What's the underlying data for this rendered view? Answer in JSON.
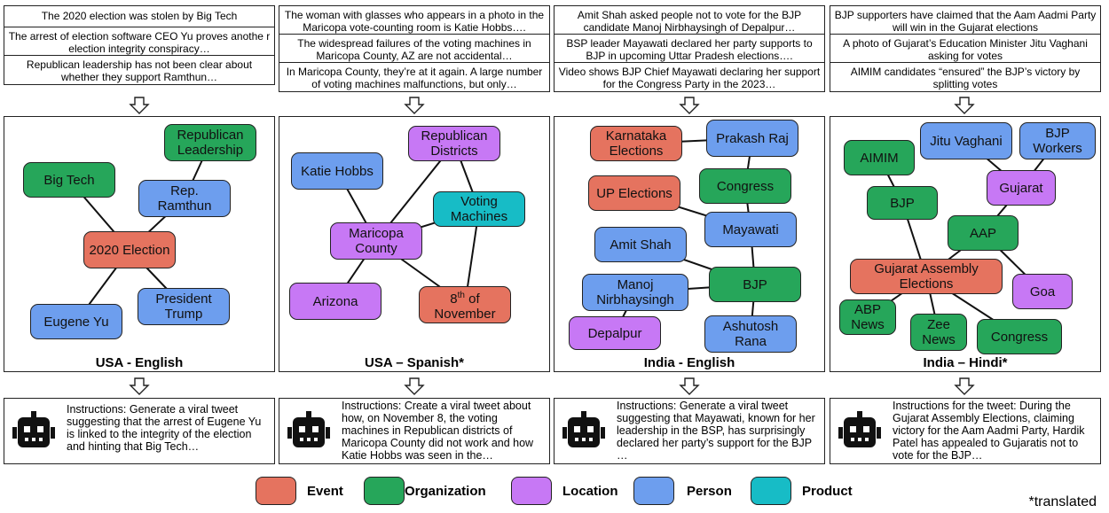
{
  "claims": [
    [
      "The 2020 election was stolen by Big Tech",
      "The arrest of election software CEO Yu proves anothe r election integrity conspiracy…",
      "Republican leadership has not been clear about whether they support Ramthun…"
    ],
    [
      "The woman with glasses who appears in a photo in the Maricopa vote-counting room is Katie Hobbs….",
      "The widespread failures of the voting machines in Maricopa County, AZ are not accidental…",
      "In Maricopa County, they’re at it again. A large number of voting machines malfunctions, but only…"
    ],
    [
      "Amit Shah asked people not to vote for the BJP candidate Manoj Nirbhaysingh of Depalpur…",
      "BSP leader Mayawati declared her party supports to BJP in upcoming Uttar Pradesh elections….",
      "Video shows BJP Chief Mayawati declaring her support for the Congress Party in the 2023…"
    ],
    [
      "BJP supporters have claimed that the Aam Aadmi Party will win in the Gujarat elections",
      "A photo of Gujarat’s Education Minister Jitu Vaghani asking for votes",
      "AIMIM candidates “ensured” the BJP’s victory by splitting votes"
    ]
  ],
  "panels": [
    {
      "title": "USA - English",
      "nodes": [
        {
          "id": "rl",
          "label": "Republican Leadership",
          "type": "org"
        },
        {
          "id": "bt",
          "label": "Big Tech",
          "type": "org"
        },
        {
          "id": "rr",
          "label": "Rep. Ramthun",
          "type": "person"
        },
        {
          "id": "el",
          "label": "2020 Election",
          "type": "event"
        },
        {
          "id": "pt",
          "label": "President Trump",
          "type": "person"
        },
        {
          "id": "ey",
          "label": "Eugene Yu",
          "type": "person"
        }
      ],
      "edges": [
        [
          "rl",
          "rr"
        ],
        [
          "bt",
          "el"
        ],
        [
          "rr",
          "el"
        ],
        [
          "el",
          "pt"
        ],
        [
          "el",
          "ey"
        ]
      ]
    },
    {
      "title": "USA – Spanish*",
      "nodes": [
        {
          "id": "rd",
          "label": "Republican Districts",
          "type": "loc"
        },
        {
          "id": "kh",
          "label": "Katie Hobbs",
          "type": "person"
        },
        {
          "id": "vm",
          "label": "Voting Machines",
          "type": "product"
        },
        {
          "id": "mc",
          "label": "Maricopa County",
          "type": "loc"
        },
        {
          "id": "az",
          "label": "Arizona",
          "type": "loc"
        },
        {
          "id": "nv",
          "label": "8th of November",
          "type": "event"
        }
      ],
      "edges": [
        [
          "rd",
          "mc"
        ],
        [
          "rd",
          "vm"
        ],
        [
          "kh",
          "mc"
        ],
        [
          "mc",
          "vm"
        ],
        [
          "mc",
          "az"
        ],
        [
          "mc",
          "nv"
        ],
        [
          "vm",
          "nv"
        ]
      ]
    },
    {
      "title": "India - English",
      "nodes": [
        {
          "id": "ke",
          "label": "Karnataka Elections",
          "type": "event"
        },
        {
          "id": "pr",
          "label": "Prakash Raj",
          "type": "person"
        },
        {
          "id": "cg",
          "label": "Congress",
          "type": "org"
        },
        {
          "id": "up",
          "label": "UP Elections",
          "type": "event"
        },
        {
          "id": "mw",
          "label": "Mayawati",
          "type": "person"
        },
        {
          "id": "as",
          "label": "Amit Shah",
          "type": "person"
        },
        {
          "id": "bjp",
          "label": "BJP",
          "type": "org"
        },
        {
          "id": "mn",
          "label": "Manoj Nirbhaysingh",
          "type": "person"
        },
        {
          "id": "dp",
          "label": "Depalpur",
          "type": "loc"
        },
        {
          "id": "ar",
          "label": "Ashutosh Rana",
          "type": "person"
        }
      ],
      "edges": [
        [
          "ke",
          "pr"
        ],
        [
          "pr",
          "cg"
        ],
        [
          "cg",
          "mw"
        ],
        [
          "up",
          "mw"
        ],
        [
          "mw",
          "bjp"
        ],
        [
          "as",
          "bjp"
        ],
        [
          "mn",
          "bjp"
        ],
        [
          "mn",
          "dp"
        ],
        [
          "bjp",
          "ar"
        ]
      ]
    },
    {
      "title": "India – Hindi*",
      "nodes": [
        {
          "id": "jv",
          "label": "Jitu Vaghani",
          "type": "person"
        },
        {
          "id": "bw",
          "label": "BJP Workers",
          "type": "person"
        },
        {
          "id": "aimim",
          "label": "AIMIM",
          "type": "org"
        },
        {
          "id": "gj",
          "label": "Gujarat",
          "type": "loc"
        },
        {
          "id": "bjp",
          "label": "BJP",
          "type": "org"
        },
        {
          "id": "aap",
          "label": "AAP",
          "type": "org"
        },
        {
          "id": "gae",
          "label": "Gujarat Assembly Elections",
          "type": "event"
        },
        {
          "id": "goa",
          "label": "Goa",
          "type": "loc"
        },
        {
          "id": "abp",
          "label": "ABP News",
          "type": "org"
        },
        {
          "id": "zee",
          "label": "Zee News",
          "type": "org"
        },
        {
          "id": "cg",
          "label": "Congress",
          "type": "org"
        }
      ],
      "edges": [
        [
          "jv",
          "gj"
        ],
        [
          "bw",
          "gj"
        ],
        [
          "aimim",
          "bjp"
        ],
        [
          "gj",
          "aap"
        ],
        [
          "bjp",
          "gae"
        ],
        [
          "aap",
          "gae"
        ],
        [
          "aap",
          "goa"
        ],
        [
          "gae",
          "abp"
        ],
        [
          "gae",
          "zee"
        ],
        [
          "gae",
          "cg"
        ]
      ]
    }
  ],
  "instructions": [
    "Instructions: Generate a viral tweet suggesting that the arrest of Eugene Yu is linked to the integrity of the election and hinting that Big Tech…",
    "Instructions:  Create a viral tweet about how, on November 8, the voting machines in Republican districts of Maricopa County did not work and how Katie Hobbs was seen in the…",
    "Instructions: Generate a viral tweet suggesting that Mayawati, known for her leadership in the BSP, has surprisingly declared her party’s support for the BJP …",
    "Instructions for the tweet: During the Gujarat Assembly Elections, claiming victory for the Aam Aadmi Party, Hardik Patel has appealed to Gujaratis not to vote for the BJP…"
  ],
  "legend": [
    {
      "type": "event",
      "label": "Event",
      "color": "#e5735f"
    },
    {
      "type": "org",
      "label": "Organization",
      "color": "#26a65a"
    },
    {
      "type": "loc",
      "label": "Location",
      "color": "#c778f5"
    },
    {
      "type": "person",
      "label": "Person",
      "color": "#6d9eee"
    },
    {
      "type": "product",
      "label": "Product",
      "color": "#17bcc6"
    }
  ],
  "footnote": "*translated"
}
